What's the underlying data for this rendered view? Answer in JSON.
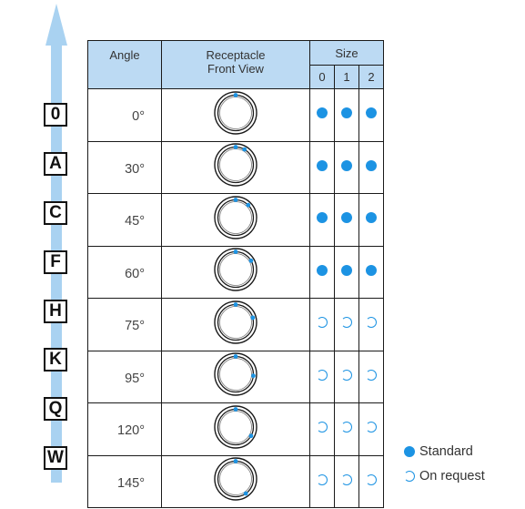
{
  "table": {
    "header": {
      "angle": "Angle",
      "front_view_line1": "Receptacle",
      "front_view_line2": "Front View",
      "size": "Size",
      "size_columns": [
        "0",
        "1",
        "2"
      ]
    },
    "rows": [
      {
        "code": "0",
        "angle": "0°",
        "angle_deg": 0,
        "sizes": [
          "standard",
          "standard",
          "standard"
        ]
      },
      {
        "code": "A",
        "angle": "30°",
        "angle_deg": 30,
        "sizes": [
          "standard",
          "standard",
          "standard"
        ]
      },
      {
        "code": "C",
        "angle": "45°",
        "angle_deg": 45,
        "sizes": [
          "standard",
          "standard",
          "standard"
        ]
      },
      {
        "code": "F",
        "angle": "60°",
        "angle_deg": 60,
        "sizes": [
          "standard",
          "standard",
          "standard"
        ]
      },
      {
        "code": "H",
        "angle": "75°",
        "angle_deg": 75,
        "sizes": [
          "on_request",
          "on_request",
          "on_request"
        ]
      },
      {
        "code": "K",
        "angle": "95°",
        "angle_deg": 95,
        "sizes": [
          "on_request",
          "on_request",
          "on_request"
        ]
      },
      {
        "code": "Q",
        "angle": "120°",
        "angle_deg": 120,
        "sizes": [
          "on_request",
          "on_request",
          "on_request"
        ]
      },
      {
        "code": "W",
        "angle": "145°",
        "angle_deg": 145,
        "sizes": [
          "on_request",
          "on_request",
          "on_request"
        ]
      }
    ]
  },
  "legend": {
    "standard": "Standard",
    "on_request": "On request"
  },
  "colors": {
    "header_bg": "#bcdaf3",
    "accent": "#1c93e3",
    "arrow": "#a9d2f1"
  }
}
